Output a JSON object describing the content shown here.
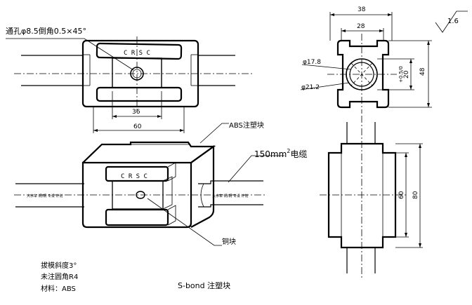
{
  "drawing": {
    "title": "S-bond 注塑块",
    "notes": [
      "拔模斜度3°",
      "未注圆角R4",
      "材料：ABS"
    ],
    "roughness": "1.6"
  },
  "callouts": {
    "through_hole": "通孔φ8.5倒角0.5×45°",
    "abs_block": "ABS注塑块",
    "cable_main": "150mm",
    "cable_sup": "2",
    "cable_tail": "电缆",
    "copper_block": "铜块"
  },
  "labels": {
    "front_brand": "C R S C",
    "iso_brand": "C R S C",
    "cable_left": "大水车 铜/铜 专设 计划",
    "cable_right": "大水车 铜/铜 专设 计划"
  },
  "dimensions": {
    "front_inner_width": "36",
    "front_outer_width": "60",
    "side_outer_width": "38",
    "side_inner_width": "28",
    "side_height": "48",
    "side_bore": "20",
    "side_bore_tol": "+0.5/0",
    "dia_outer": "φ17.8",
    "dia_inner": "φ21.2",
    "top_inner_height": "60",
    "top_outer_height": "80"
  }
}
